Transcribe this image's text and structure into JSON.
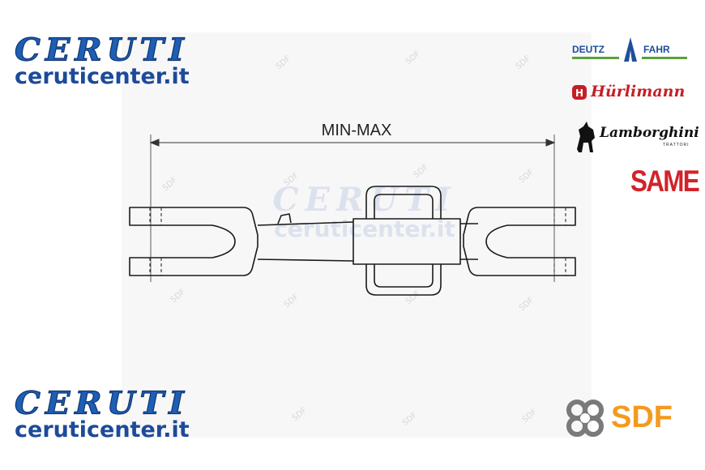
{
  "logo_top": {
    "brand": "CERUTI",
    "site": "ceruticenter.it"
  },
  "logo_bottom": {
    "brand": "CERUTI",
    "site": "ceruticenter.it"
  },
  "watermark": {
    "brand": "CERUTI",
    "site": "ceruticenter.it"
  },
  "diagram": {
    "dimension_label": "MIN-MAX"
  },
  "brands": {
    "deutz_left": "DEUTZ",
    "deutz_right": "FAHR",
    "huerlimann": "Hürlimann",
    "lamborghini": "Lamborghini",
    "lamborghini_sub": "TRATTORI",
    "same": "SAME",
    "sdf": "SDF"
  },
  "sdf_watermark_text": "SDF",
  "colors": {
    "ceruti_blue": "#1e5fb5",
    "line": "#1a1a1a",
    "dim_line": "#333333",
    "same_red": "#d2232a",
    "huerlimann_red": "#c41f27",
    "deutz_blue": "#1e4e9a",
    "deutz_green": "#5aa13a",
    "sdf_orange": "#f39a1e",
    "sdf_gray": "#7a7a7a"
  }
}
